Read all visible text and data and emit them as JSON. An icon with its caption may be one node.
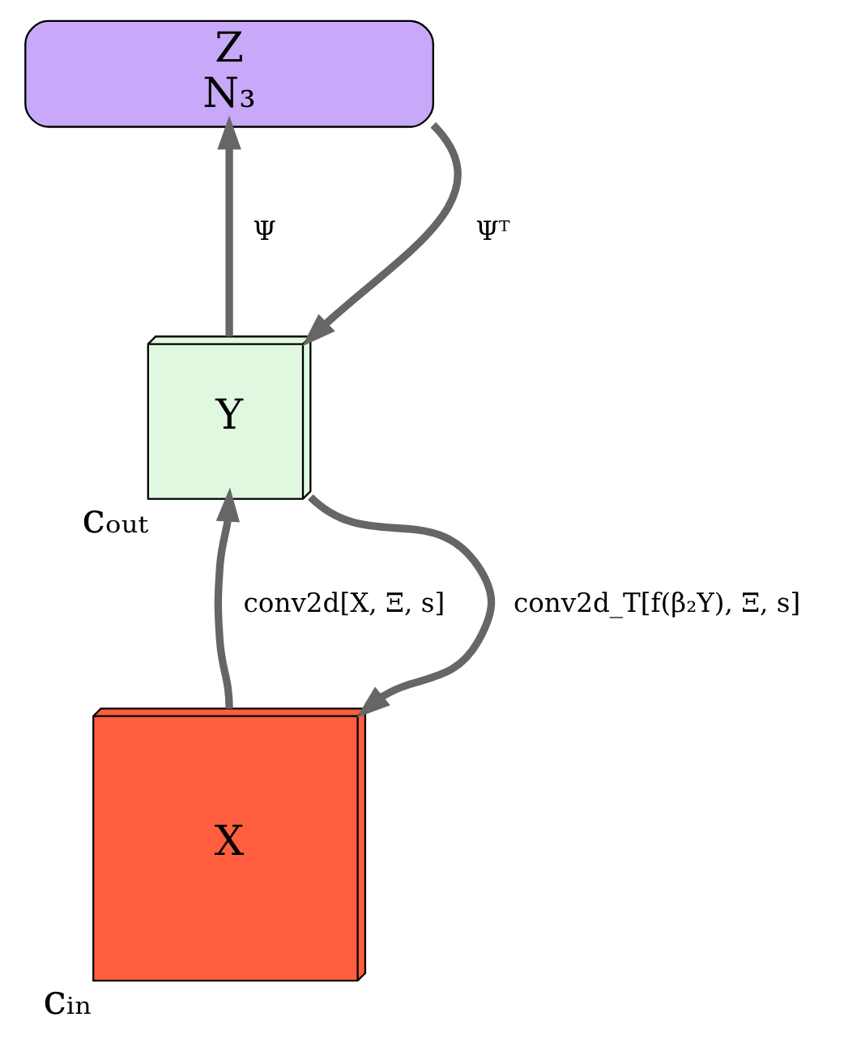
{
  "diagram": {
    "nodes": [
      {
        "text": [
          "Z",
          "N₃"
        ]
      },
      {
        "text": [
          "Y"
        ],
        "beside": [
          "cₒᵤₜ"
        ]
      },
      {
        "text": [
          "X"
        ],
        "beside": [
          "cᵢₙ"
        ]
      }
    ],
    "edges": [
      {
        "from": 1,
        "to": 0,
        "arrow": "to",
        "label": "Ψ"
      },
      {
        "from": 0,
        "to": 1,
        "arrow": "to",
        "label": "Ψᵀ"
      },
      {
        "from": 2,
        "to": 1,
        "arrow": "to",
        "label": "conv2d[X, Ξ, s]"
      },
      {
        "from": 1,
        "to": 2,
        "arrow": "to",
        "label": "conv2d_T[f(β₂Y), Ξ, s]"
      }
    ]
  }
}
